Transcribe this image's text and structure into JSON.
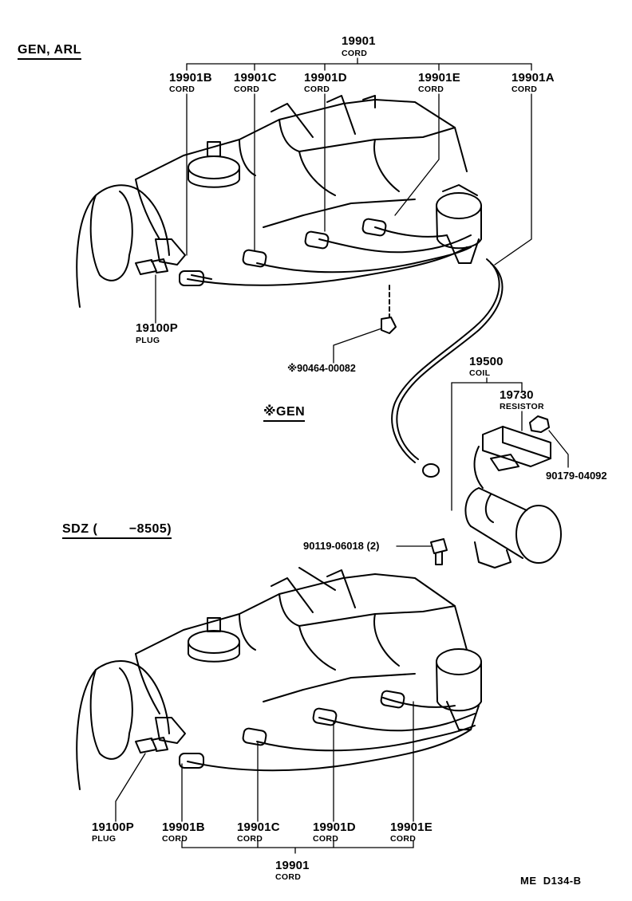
{
  "sections": {
    "top": "GEN, ARL",
    "gen": "※GEN",
    "bottom": "SDZ (        −8505)"
  },
  "top_group": {
    "main": {
      "number": "19901",
      "desc": "CORD"
    },
    "cords": [
      {
        "number": "19901B",
        "desc": "CORD"
      },
      {
        "number": "19901C",
        "desc": "CORD"
      },
      {
        "number": "19901D",
        "desc": "CORD"
      },
      {
        "number": "19901E",
        "desc": "CORD"
      },
      {
        "number": "19901A",
        "desc": "CORD"
      }
    ],
    "plug": {
      "number": "19100P",
      "desc": "PLUG"
    },
    "clamp": {
      "number": "※90464-00082"
    }
  },
  "coil_group": {
    "coil": {
      "number": "19500",
      "desc": "COIL"
    },
    "resistor": {
      "number": "19730",
      "desc": "RESISTOR"
    },
    "nut": {
      "number": "90179-04092"
    },
    "bolt": {
      "number": "90119-06018 (2)"
    }
  },
  "bottom_group": {
    "plug": {
      "number": "19100P",
      "desc": "PLUG"
    },
    "cords": [
      {
        "number": "19901B",
        "desc": "CORD"
      },
      {
        "number": "19901C",
        "desc": "CORD"
      },
      {
        "number": "19901D",
        "desc": "CORD"
      },
      {
        "number": "19901E",
        "desc": "CORD"
      }
    ],
    "main": {
      "number": "19901",
      "desc": "CORD"
    }
  },
  "footer": {
    "code": "ME  D134-B"
  }
}
